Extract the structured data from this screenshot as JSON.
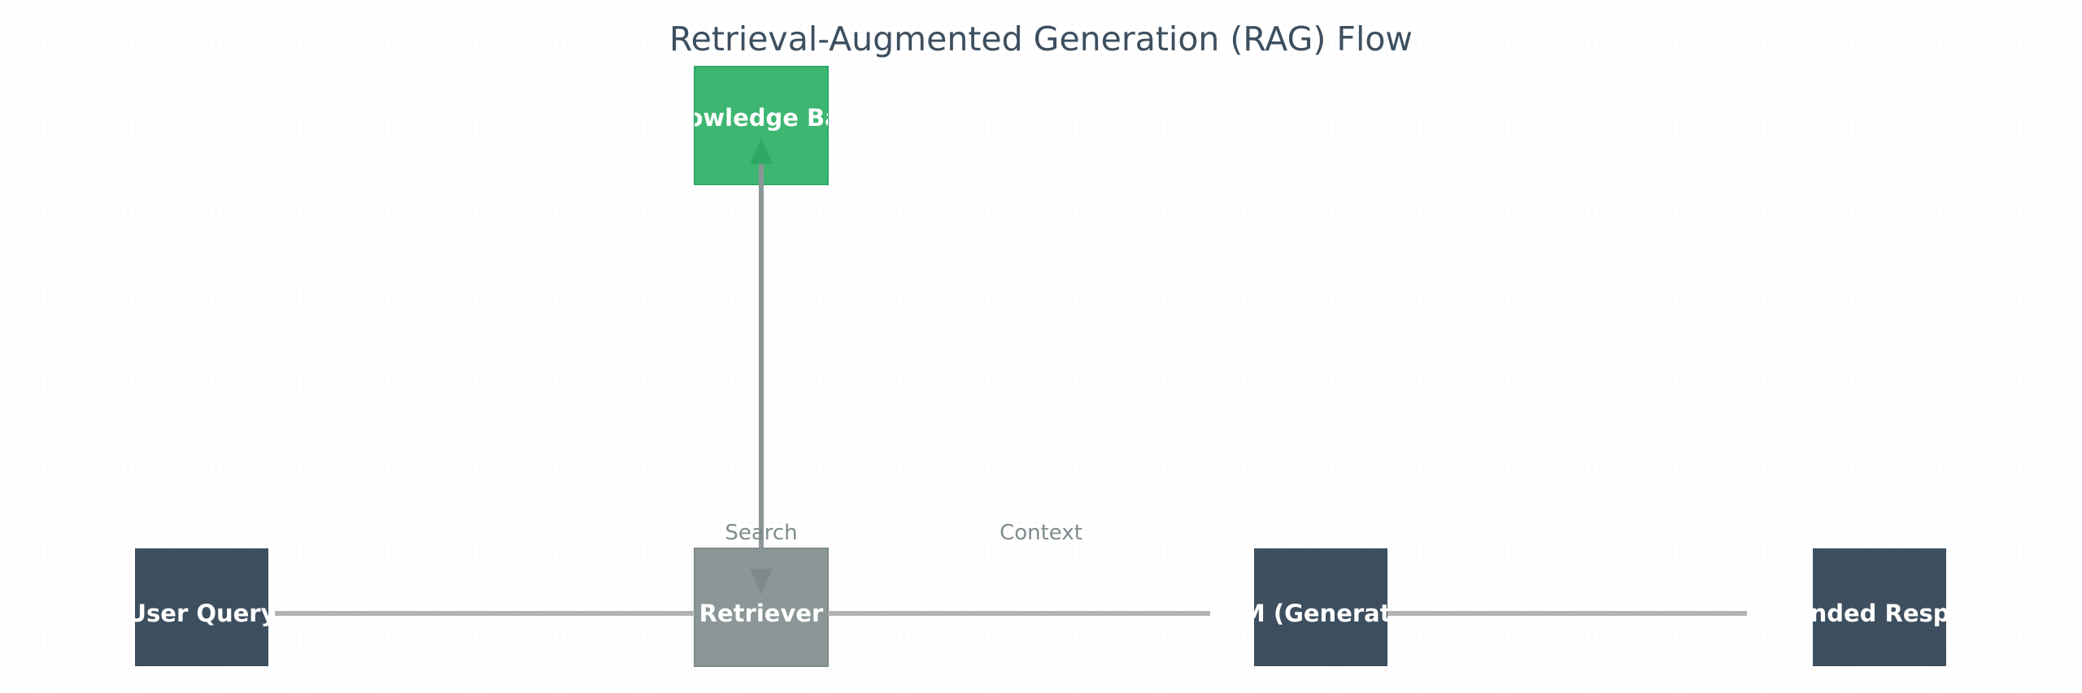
{
  "title": "Retrieval-Augmented Generation (RAG) Flow",
  "colors": {
    "title": "#3d4f5f",
    "node_dark": "#3d4f5f",
    "node_green": "#3cb671",
    "node_gray": "#8b9697",
    "edge_horizontal": "#b3b3b3",
    "edge_vertical": "#8b9697",
    "arrow_head": "#2fa866",
    "edge_label": "#7f8c8d",
    "node_text": "#ffffff"
  },
  "nodes": {
    "knowledge_base": {
      "label": "Knowledge Base",
      "color": "#3cb671"
    },
    "user_query": {
      "label": "User Query",
      "color": "#3d4f5f"
    },
    "retriever": {
      "label": "Retriever",
      "color": "#8b9697"
    },
    "llm": {
      "label": "LLM (Generator)",
      "color": "#3d4f5f"
    },
    "grounded_response": {
      "label": "Grounded Response",
      "color": "#3d4f5f"
    }
  },
  "edges": {
    "search": "Search",
    "context": "Context"
  }
}
